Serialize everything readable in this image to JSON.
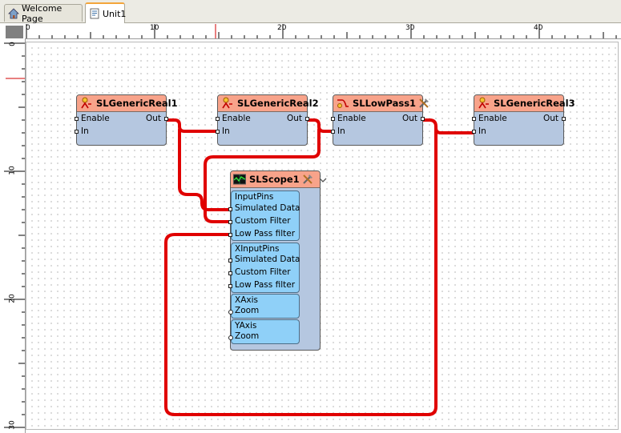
{
  "tabs": [
    {
      "label": "Welcome Page",
      "icon": "home-icon"
    },
    {
      "label": "Unit1",
      "icon": "document-icon"
    }
  ],
  "ruler": {
    "h_labels": [
      "0",
      "10",
      "20",
      "30",
      "40"
    ],
    "v_labels": [
      "0",
      "10",
      "20",
      "30"
    ]
  },
  "components": {
    "gen1": {
      "title": "SLGenericReal1",
      "in_pins": [
        "Enable",
        "In"
      ],
      "out_pin": "Out"
    },
    "gen2": {
      "title": "SLGenericReal2",
      "in_pins": [
        "Enable",
        "In"
      ],
      "out_pin": "Out"
    },
    "lowpass": {
      "title": "SLLowPass1",
      "in_pins": [
        "Enable",
        "In"
      ],
      "out_pin": "Out"
    },
    "gen3": {
      "title": "SLGenericReal3",
      "in_pins": [
        "Enable",
        "In"
      ],
      "out_pin": "Out"
    },
    "scope": {
      "title": "SLScope1",
      "groups": [
        {
          "name": "InputPins",
          "items": [
            "Simulated Data",
            "Custom Filter",
            "Low Pass filter"
          ]
        },
        {
          "name": "XInputPins",
          "items": [
            "Simulated Data",
            "Custom Filter",
            "Low Pass filter"
          ]
        },
        {
          "name": "XAxis",
          "items": [
            "Zoom"
          ]
        },
        {
          "name": "YAxis",
          "items": [
            "Zoom"
          ]
        }
      ]
    }
  },
  "colors": {
    "wire": "#e00000",
    "header": "#f8a38a",
    "body": "#b5c7e0",
    "group": "#8fd0f8"
  }
}
